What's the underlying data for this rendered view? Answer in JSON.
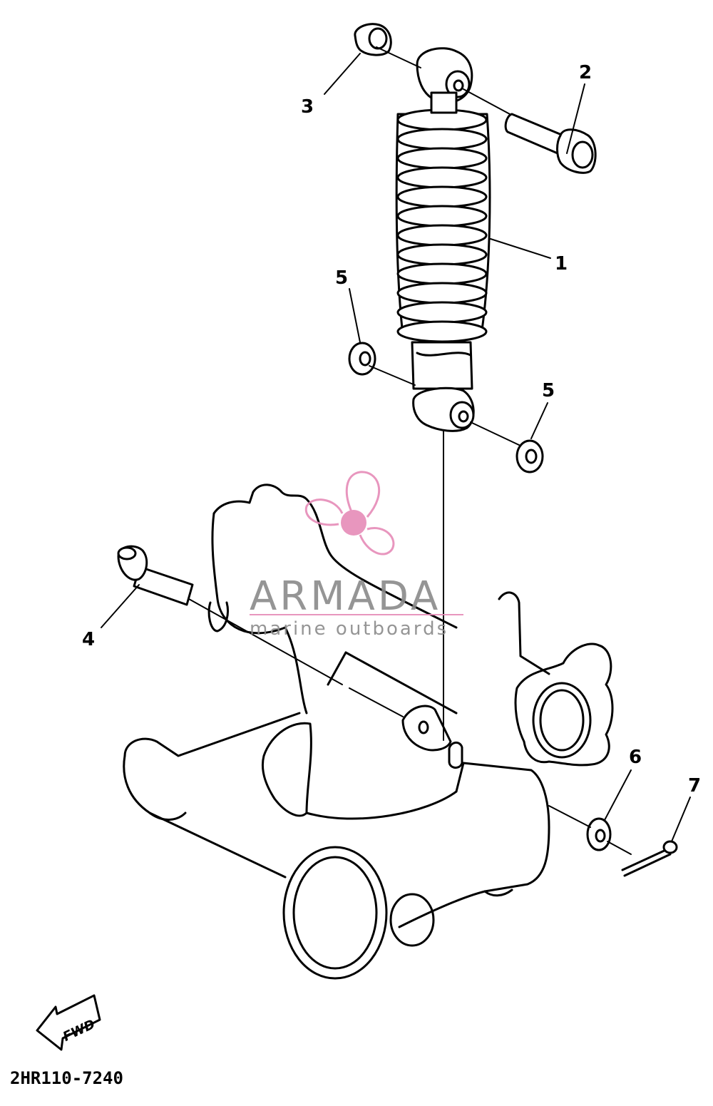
{
  "diagram": {
    "callouts": [
      {
        "id": "shock",
        "label": "1"
      },
      {
        "id": "bolt-top",
        "label": "2"
      },
      {
        "id": "nut-top",
        "label": "3"
      },
      {
        "id": "pivot-bolt",
        "label": "4"
      },
      {
        "id": "washer-left",
        "label": "5"
      },
      {
        "id": "washer-right",
        "label": "5"
      },
      {
        "id": "washer-lower",
        "label": "6"
      },
      {
        "id": "cotter-pin",
        "label": "7"
      }
    ],
    "direction_label": "FWD",
    "drawing_code": "2HR110-7240"
  },
  "watermark": {
    "title": "ARMADA",
    "subtitle": "marine outboards",
    "color_text": "#8a8a8a",
    "color_logo": "#e68bb8"
  }
}
